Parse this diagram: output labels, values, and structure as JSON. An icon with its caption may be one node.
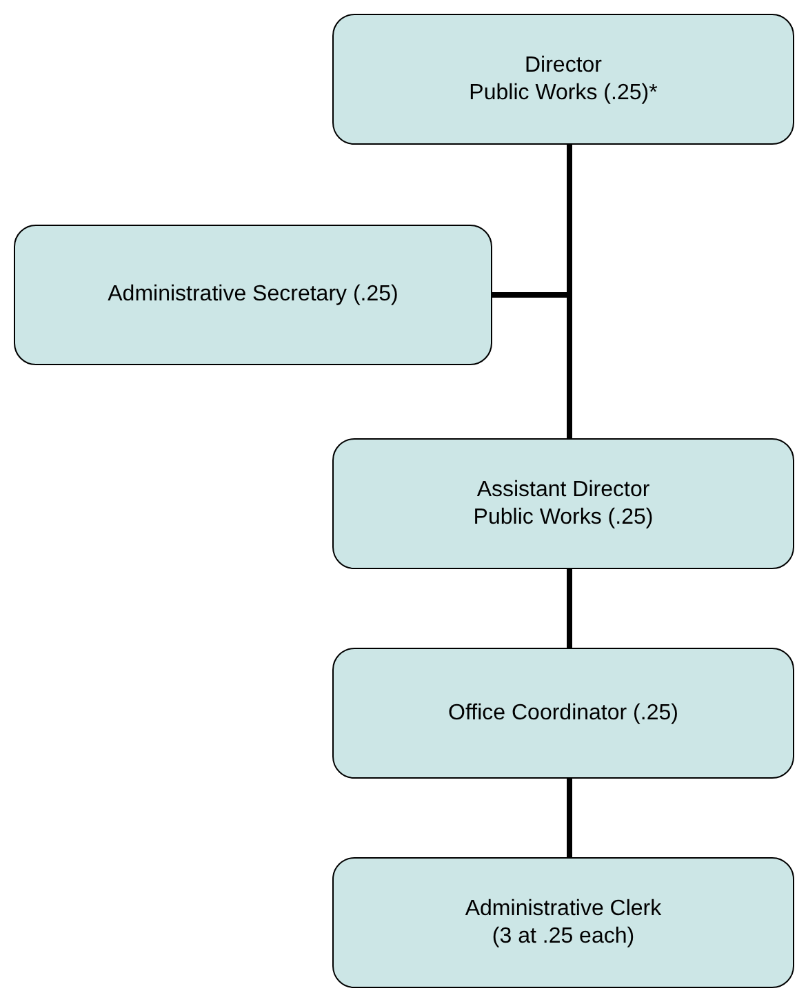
{
  "diagram": {
    "nodes": [
      {
        "text": [
          "Director",
          "Public Works (.25)*"
        ]
      },
      {
        "text": [
          "Administrative Secretary (.25)"
        ]
      },
      {
        "text": [
          "Assistant Director",
          "Public Works (.25)"
        ]
      },
      {
        "text": [
          "Office Coordinator (.25)"
        ]
      },
      {
        "text": [
          "Administrative Clerk",
          "(3 at .25 each)"
        ]
      }
    ],
    "edges": [
      {
        "from": 0,
        "to": 1,
        "arrow": "none"
      },
      {
        "from": 0,
        "to": 2,
        "arrow": "none"
      },
      {
        "from": 2,
        "to": 3,
        "arrow": "none"
      },
      {
        "from": 3,
        "to": 4,
        "arrow": "none"
      }
    ]
  }
}
